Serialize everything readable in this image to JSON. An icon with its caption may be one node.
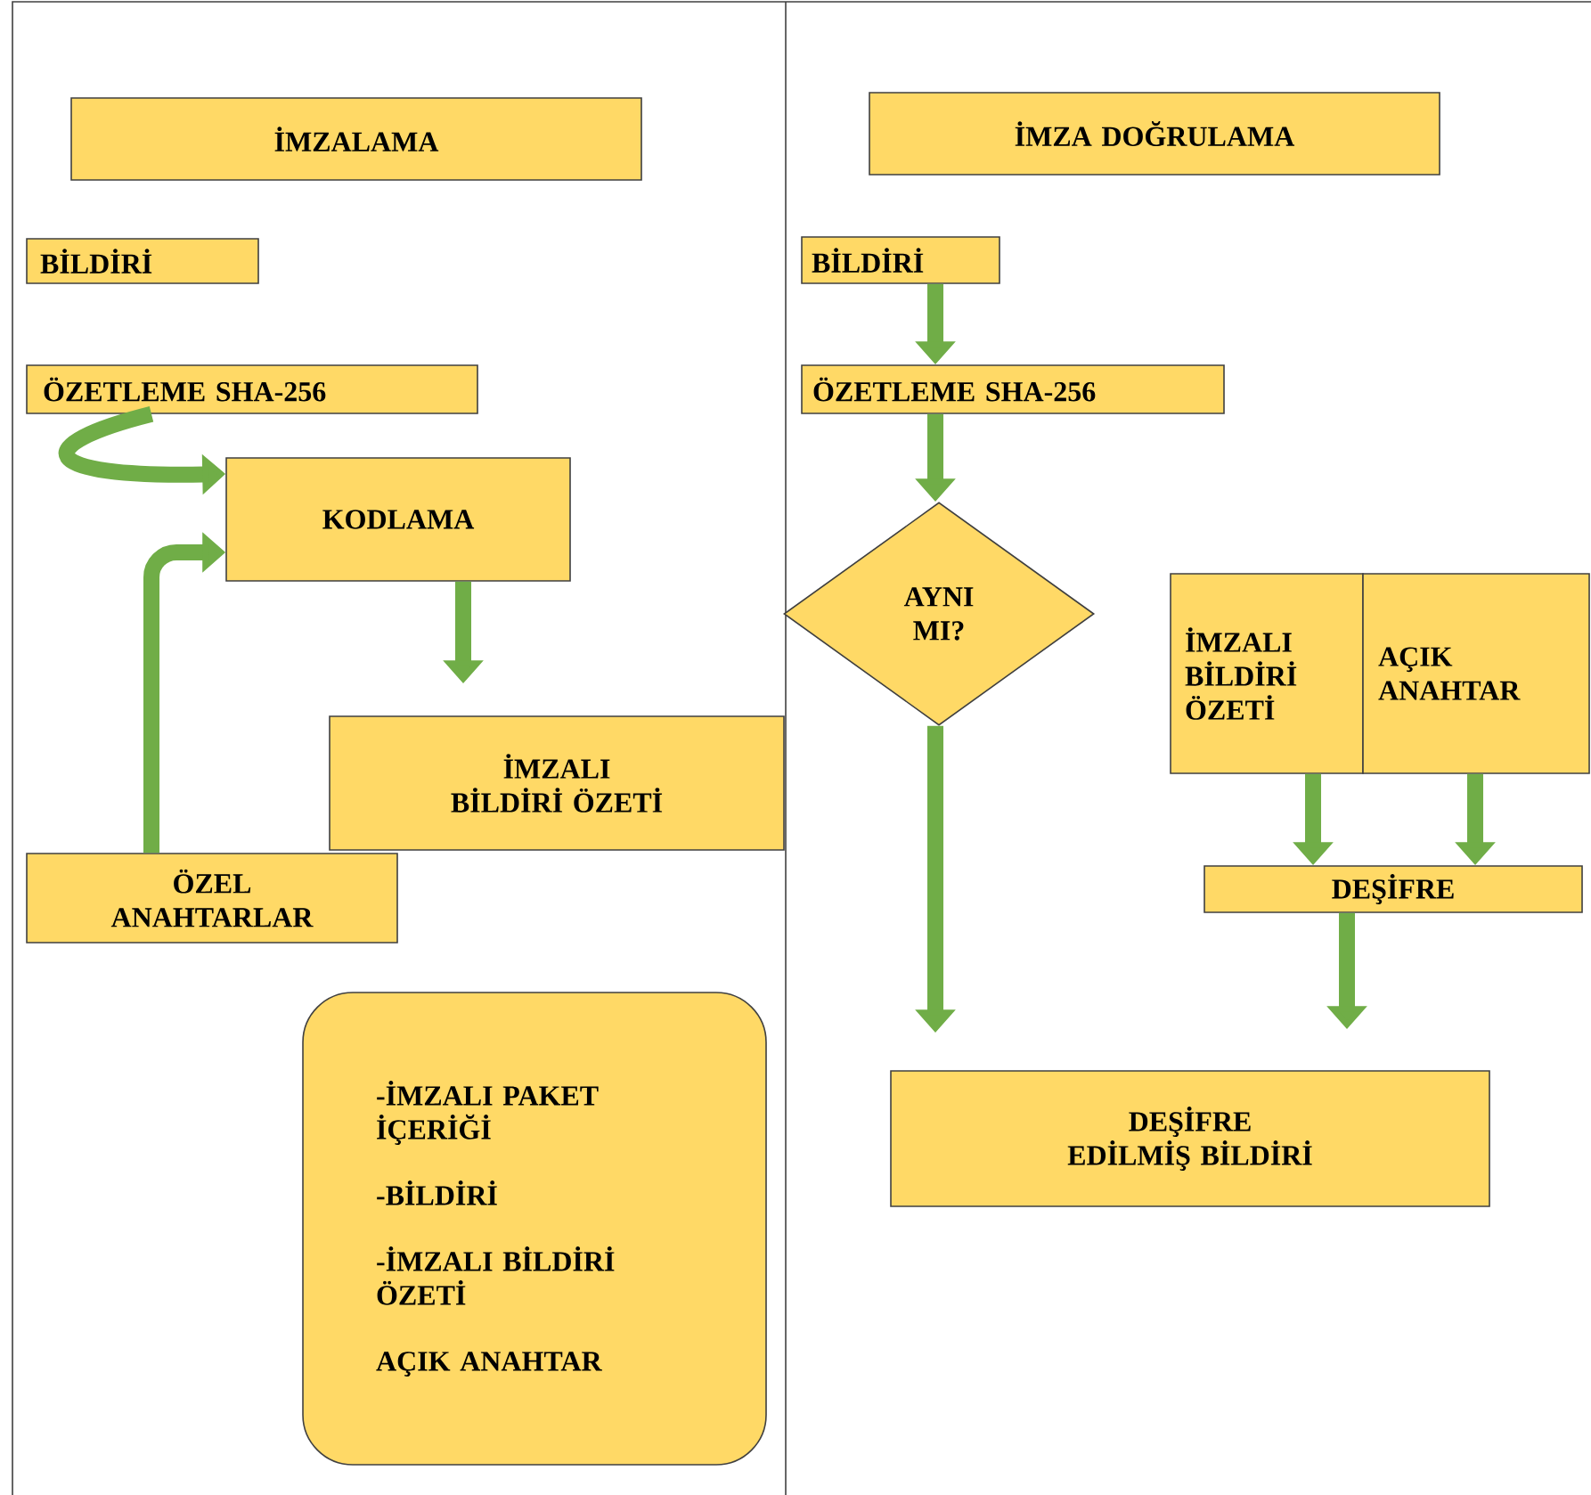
{
  "diagram": {
    "nodes": [
      {
        "text": [
          "İMZALAMA"
        ]
      },
      {
        "text": [
          "BİLDİRİ"
        ]
      },
      {
        "text": [
          "ÖZETLEME SHA-256"
        ]
      },
      {
        "text": [
          "KODLAMA"
        ]
      },
      {
        "text": [
          "İMZALI BİLDİRİ ÖZETİ"
        ]
      },
      {
        "text": [
          "ÖZEL ANAHTARLAR"
        ]
      },
      {
        "text": [
          "-İMZALI PAKET İÇERİĞİ",
          "-BİLDİRİ",
          "-İMZALI BİLDİRİ ÖZETİ",
          "AÇIK ANAHTAR"
        ]
      },
      {
        "text": [
          "İMZA DOĞRULAMA"
        ]
      },
      {
        "text": [
          "BİLDİRİ"
        ]
      },
      {
        "text": [
          "ÖZETLEME SHA-256"
        ]
      },
      {
        "text": [
          "AYNI MI?"
        ]
      },
      {
        "text": [
          "İMZALI BİLDİRİ ÖZETİ"
        ]
      },
      {
        "text": [
          "AÇIK ANAHTAR"
        ]
      },
      {
        "text": [
          "DEŞİFRE"
        ]
      },
      {
        "text": [
          "DEŞİFRE EDİLMİŞ BİLDİRİ"
        ]
      }
    ],
    "edges": [
      {
        "from": 2,
        "to": 3,
        "arrow": "to"
      },
      {
        "from": 5,
        "to": 3,
        "arrow": "to"
      },
      {
        "from": 3,
        "to": 4,
        "arrow": "to"
      },
      {
        "from": 8,
        "to": 9,
        "arrow": "to"
      },
      {
        "from": 9,
        "to": 10,
        "arrow": "to"
      },
      {
        "from": 10,
        "to": 14,
        "arrow": "to"
      },
      {
        "from": 11,
        "to": 13,
        "arrow": "to"
      },
      {
        "from": 12,
        "to": 13,
        "arrow": "to"
      },
      {
        "from": 13,
        "to": 14,
        "arrow": "to"
      }
    ]
  }
}
